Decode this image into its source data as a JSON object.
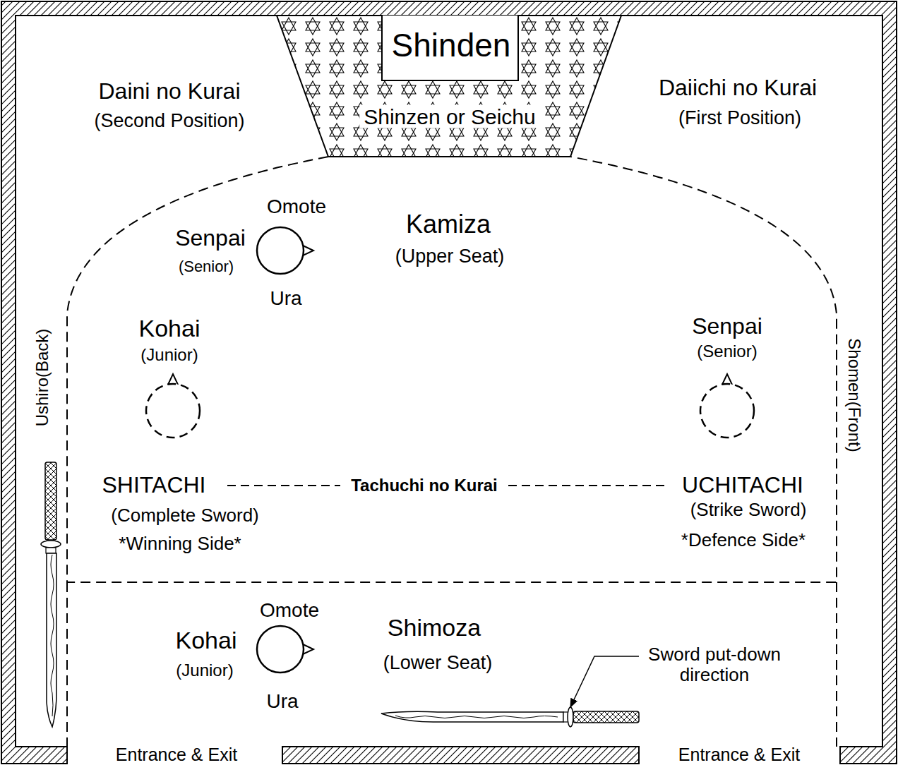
{
  "diagram": {
    "nodes": [
      {
        "text": [
          "Shinzen or Seichu"
        ]
      },
      {
        "text": [
          "Shinden"
        ],
        "in": 0
      },
      {
        "text": [
          "Kamiza",
          "(Upper Seat)"
        ]
      },
      {
        "text": [
          "Omote",
          "Senpai",
          "(Senior)",
          "Ura"
        ],
        "in": 2
      },
      {
        "text": [
          "Kohai",
          "(Junior)"
        ],
        "in": 2
      },
      {
        "text": [
          "Senpai",
          "(Senior)"
        ],
        "in": 2
      },
      {
        "text": [
          "Shimoza",
          "(Lower Seat)"
        ]
      },
      {
        "text": [
          "Omote",
          "Kohai",
          "(Junior)",
          "Ura"
        ],
        "in": 6
      }
    ],
    "labels": [
      "Daini no Kurai",
      "(Second Position)",
      "Daiichi no Kurai",
      "(First Position)",
      "Ushiro(Back)",
      "Shomen(Front)",
      "SHITACHI",
      "Tachuchi no Kurai",
      "UCHITACHI",
      "(Complete Sword)",
      "*Winning Side*",
      "(Strike Sword)",
      "*Defence Side*",
      "Sword put-down direction",
      "Entrance & Exit",
      "Entrance & Exit"
    ]
  }
}
